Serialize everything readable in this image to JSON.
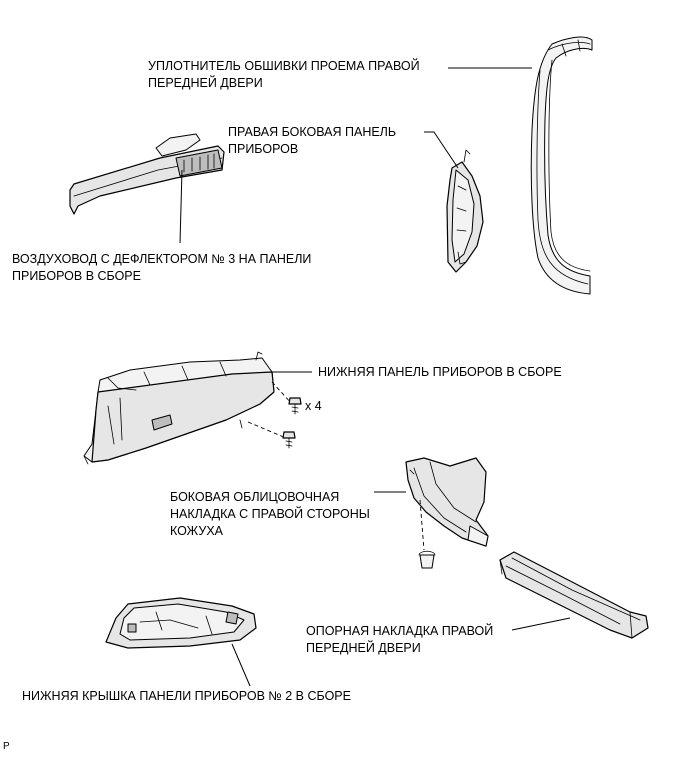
{
  "labels": {
    "door_weatherstrip": [
      "УПЛОТНИТЕЛЬ ОБШИВКИ ПРОЕМА ПРАВОЙ",
      "ПЕРЕДНЕЙ ДВЕРИ"
    ],
    "side_panel": [
      "ПРАВАЯ БОКОВАЯ ПАНЕЛЬ",
      "ПРИБОРОВ"
    ],
    "air_duct": [
      "ВОЗДУХОВОД С ДЕФЛЕКТОРОМ № 3 НА ПАНЕЛИ",
      "ПРИБОРОВ В СБОРЕ"
    ],
    "lower_panel": "НИЖНЯЯ ПАНЕЛЬ ПРИБОРОВ В СБОРЕ",
    "screw_count": "x 4",
    "cowl_side_trim": [
      "БОКОВАЯ ОБЛИЦОВОЧНАЯ",
      "НАКЛАДКА С ПРАВОЙ СТОРОНЫ",
      "КОЖУХА"
    ],
    "scuff_plate": [
      "ОПОРНАЯ НАКЛАДКА ПРАВОЙ",
      "ПЕРЕДНЕЙ ДВЕРИ"
    ],
    "lower_cover": "НИЖНЯЯ КРЫШКА ПАНЕЛИ ПРИБОРОВ № 2 В СБОРЕ",
    "corner_mark": "P"
  },
  "icons": [
    "door-weatherstrip-icon",
    "side-panel-icon",
    "air-duct-icon",
    "lower-panel-icon",
    "screw-icon",
    "clip-icon",
    "cowl-trim-icon",
    "scuff-plate-icon",
    "lower-cover-icon"
  ]
}
